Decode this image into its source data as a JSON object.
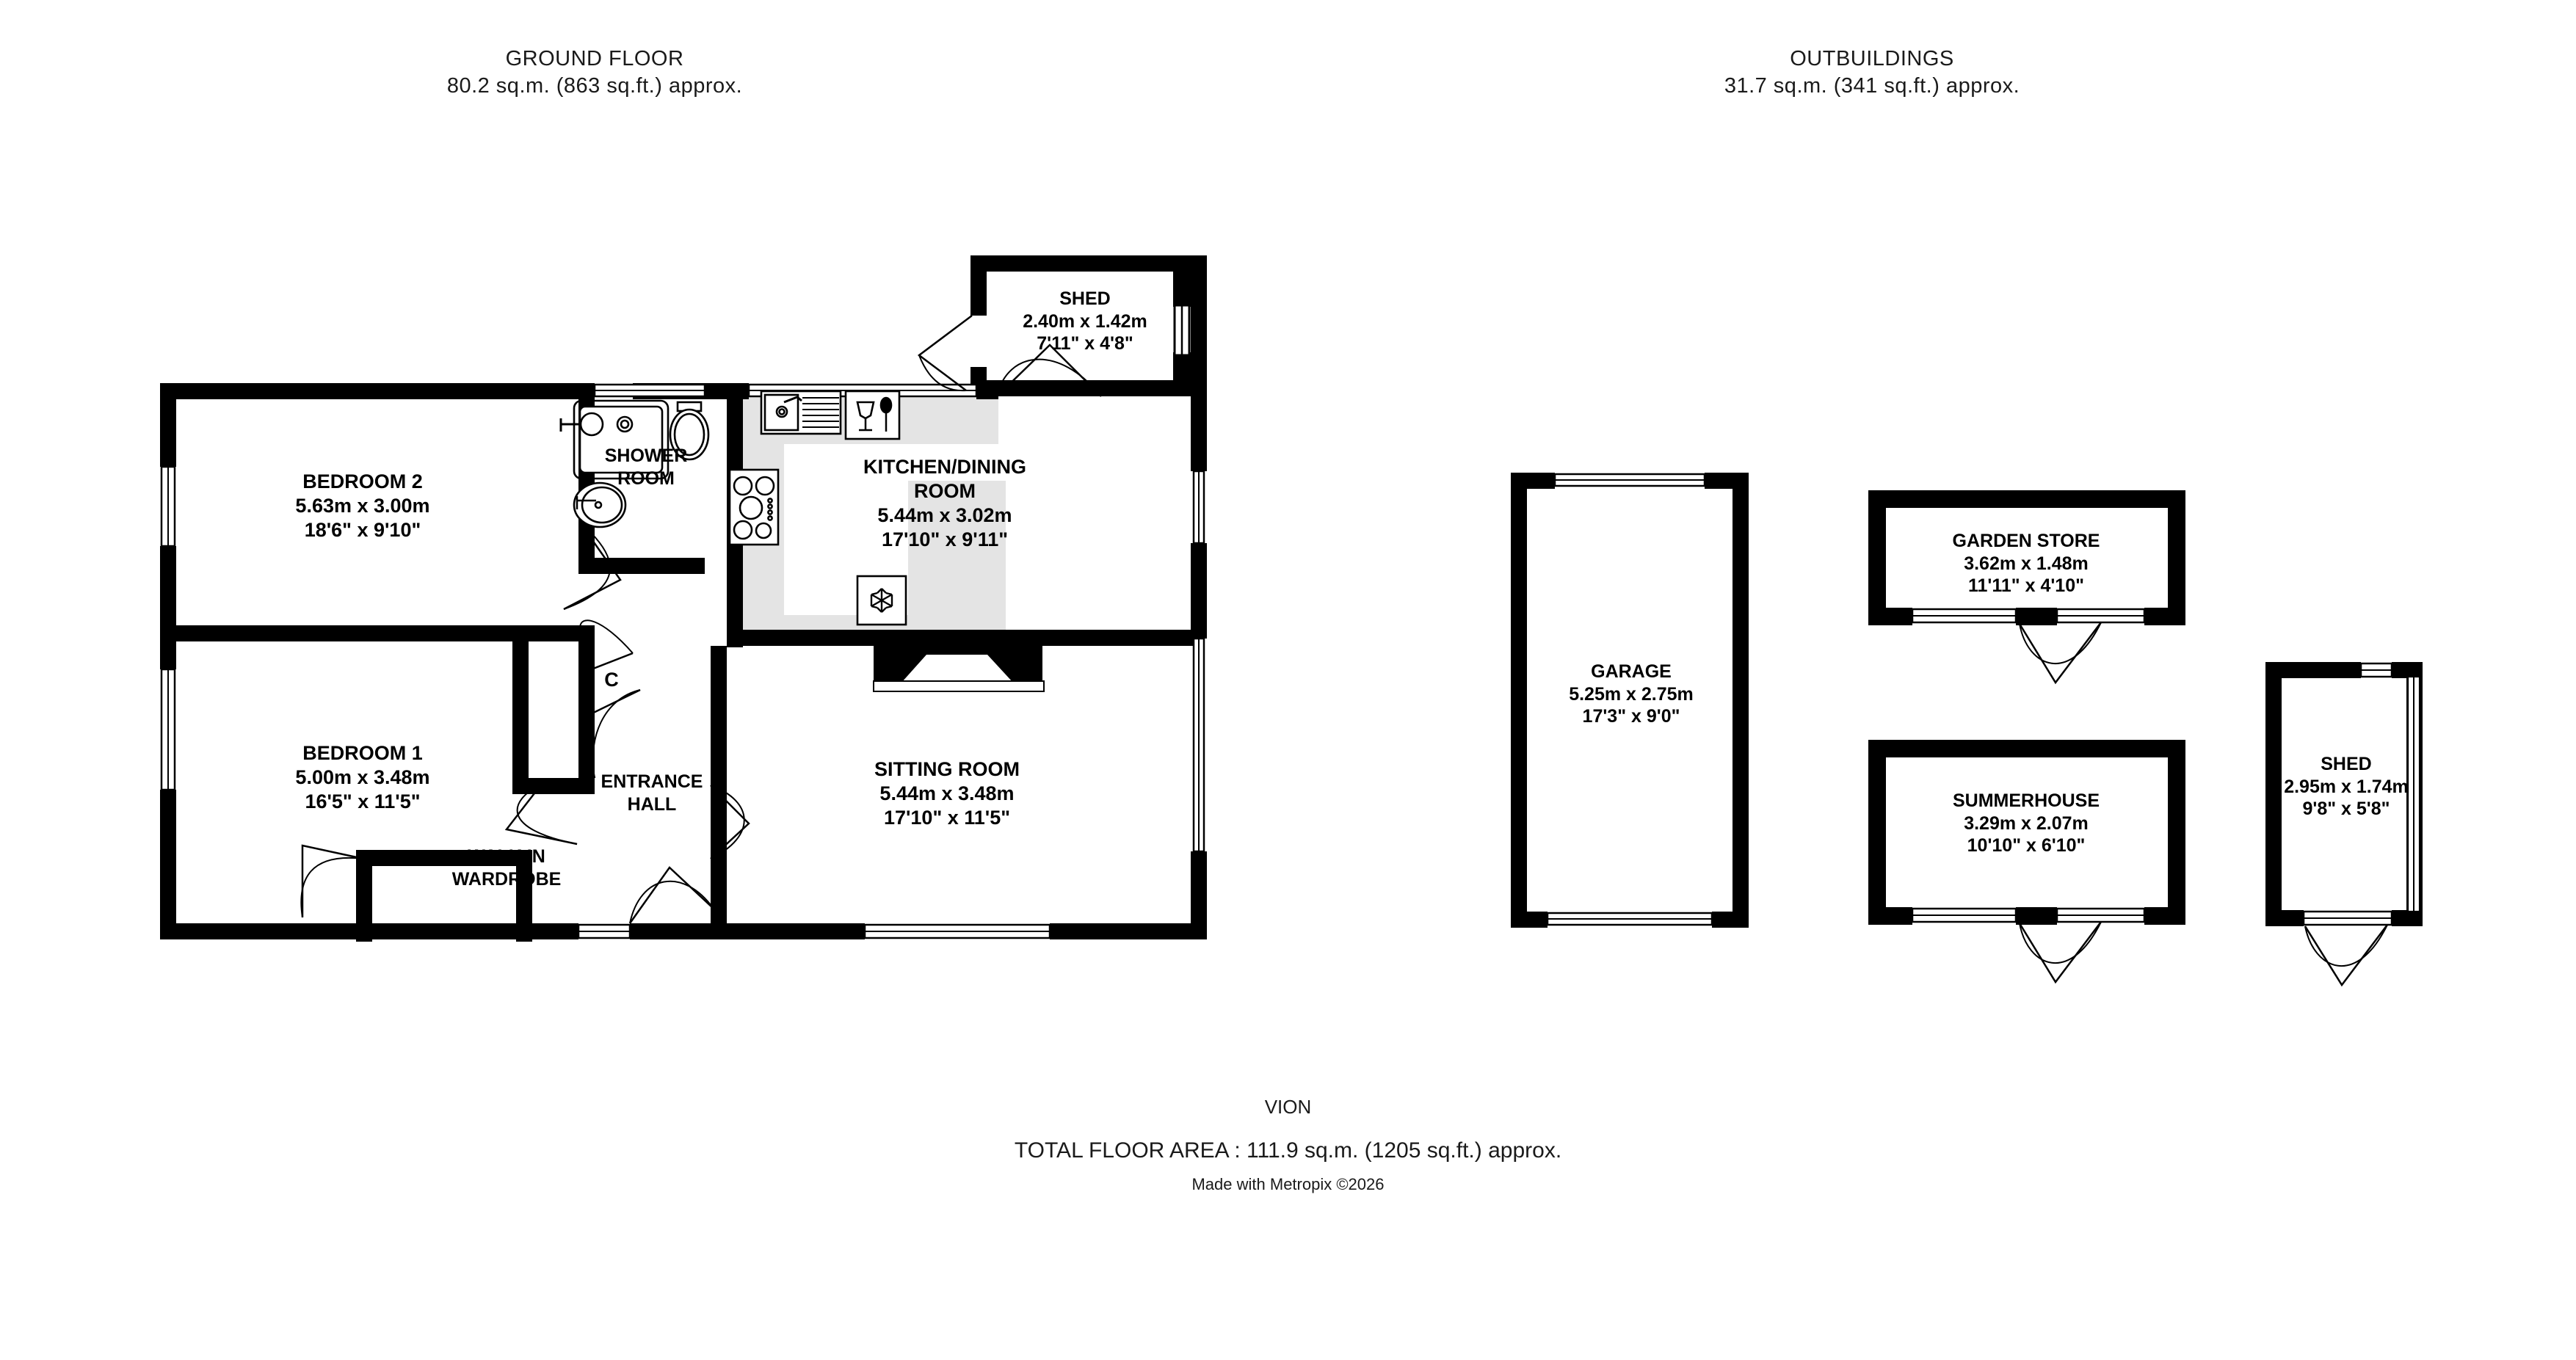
{
  "sections": {
    "ground_floor": {
      "title": "GROUND FLOOR",
      "area": "80.2 sq.m. (863 sq.ft.) approx."
    },
    "outbuildings": {
      "title": "OUTBUILDINGS",
      "area": "31.7 sq.m. (341 sq.ft.) approx."
    }
  },
  "rooms": [
    {
      "id": "bedroom-2",
      "name": "BEDROOM 2",
      "metric": "5.63m  x 3.00m",
      "imperial": "18'6\"  x 9'10\""
    },
    {
      "id": "bedroom-1",
      "name": "BEDROOM 1",
      "metric": "5.00m  x 3.48m",
      "imperial": "16'5\"  x 11'5\""
    },
    {
      "id": "shower-room",
      "name": "SHOWER",
      "name2": "ROOM",
      "metric": "",
      "imperial": ""
    },
    {
      "id": "kitchen-dining-room",
      "name": "KITCHEN/DINING",
      "name2": "ROOM",
      "metric": "5.44m  x 3.02m",
      "imperial": "17'10\"  x 9'11\""
    },
    {
      "id": "sitting-room",
      "name": "SITTING ROOM",
      "metric": "5.44m  x 3.48m",
      "imperial": "17'10\"  x 11'5\""
    },
    {
      "id": "entrance-hall",
      "name": "ENTRANCE",
      "name2": "HALL",
      "metric": "",
      "imperial": ""
    },
    {
      "id": "walk-in-wardrobe",
      "name": "WALK IN",
      "name2": "WARDROBE",
      "metric": "",
      "imperial": ""
    },
    {
      "id": "cupboard",
      "name": "C",
      "metric": "",
      "imperial": ""
    },
    {
      "id": "shed-house",
      "name": "SHED",
      "metric": "2.40m  x 1.42m",
      "imperial": "7'11\"  x 4'8\""
    },
    {
      "id": "garage",
      "name": "GARAGE",
      "metric": "5.25m  x 2.75m",
      "imperial": "17'3\"  x 9'0\""
    },
    {
      "id": "garden-store",
      "name": "GARDEN STORE",
      "metric": "3.62m  x 1.48m",
      "imperial": "11'11\"  x 4'10\""
    },
    {
      "id": "summerhouse",
      "name": "SUMMERHOUSE",
      "metric": "3.29m  x 2.07m",
      "imperial": "10'10\"  x 6'10\""
    },
    {
      "id": "shed-outbuilding",
      "name": "SHED",
      "metric": "2.95m  x 1.74m",
      "imperial": "9'8\"  x 5'8\""
    }
  ],
  "footer": {
    "vion": "VION",
    "total_floor_area": "TOTAL FLOOR AREA : 111.9 sq.m. (1205 sq.ft.) approx.",
    "credit": "Made with Metropix ©2026"
  },
  "fixtures": [
    {
      "id": "shower-tray",
      "icon": "shower-icon"
    },
    {
      "id": "wc",
      "icon": "toilet-icon"
    },
    {
      "id": "wash-basin",
      "icon": "basin-icon"
    },
    {
      "id": "kitchen-sink",
      "icon": "sink-icon"
    },
    {
      "id": "dishwasher",
      "icon": "glass-and-spoon-icon"
    },
    {
      "id": "hob",
      "icon": "hob-icon"
    },
    {
      "id": "fridge-freezer",
      "icon": "snowflake-icon"
    },
    {
      "id": "fireplace",
      "icon": "fireplace-icon"
    }
  ],
  "colors": {
    "wall": "#000000",
    "floor": "#ffffff",
    "kitchen_fill": "#e4e4e4",
    "text": "#000000",
    "background": "#ffffff"
  }
}
